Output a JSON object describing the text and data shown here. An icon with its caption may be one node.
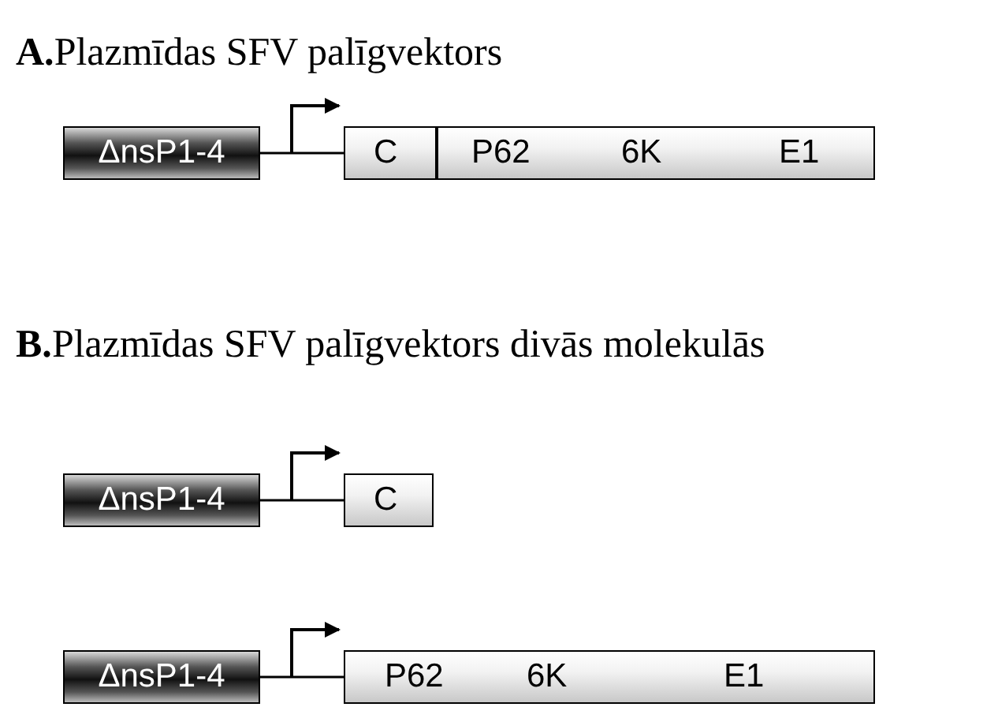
{
  "diagram": {
    "nodes": [
      {
        "text": [
          "ΔnsP1-4"
        ]
      },
      {
        "text": [
          "C",
          "P62",
          "6K",
          "E1"
        ]
      },
      {
        "text": [
          "ΔnsP1-4"
        ]
      },
      {
        "text": [
          "C"
        ]
      },
      {
        "text": [
          "ΔnsP1-4"
        ]
      },
      {
        "text": [
          "P62",
          "6K",
          "E1"
        ]
      }
    ],
    "edges": [
      {
        "from": 0,
        "to": 1,
        "arrow": "none"
      },
      {
        "from": 2,
        "to": 3,
        "arrow": "none"
      },
      {
        "from": 4,
        "to": 5,
        "arrow": "none"
      }
    ],
    "labels": [
      "**A.**Plazmīdas SFV palīgvektors",
      "**B.**Plazmīdas SFV palīgvektors divās molekulās"
    ]
  }
}
